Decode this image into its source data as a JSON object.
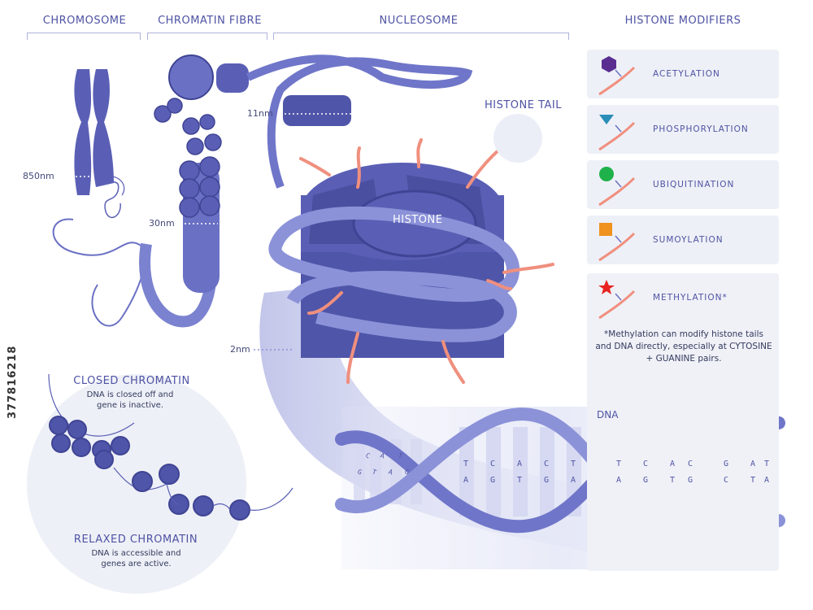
{
  "headers": {
    "chromosome": "CHROMOSOME",
    "chromatin_fibre": "CHROMATIN FIBRE",
    "nucleosome": "NUCLEOSOME",
    "histone_modifiers": "HISTONE MODIFIERS"
  },
  "scales": {
    "s850": "850nm",
    "s30": "30nm",
    "s11": "11nm",
    "s2": "2nm"
  },
  "labels": {
    "histone": "HISTONE",
    "histone_tail": "HISTONE TAIL",
    "dna": "DNA"
  },
  "modifiers": [
    {
      "label": "ACETYLATION",
      "icon": "hexagon-icon",
      "color": "#5a2d91"
    },
    {
      "label": "PHOSPHORYLATION",
      "icon": "triangle-icon",
      "color": "#2a8fb8"
    },
    {
      "label": "UBIQUITINATION",
      "icon": "circle-icon",
      "color": "#1fb24a"
    },
    {
      "label": "SUMOYLATION",
      "icon": "square-icon",
      "color": "#f0921e"
    },
    {
      "label": "METHYLATION*",
      "icon": "star-icon",
      "color": "#e8231f"
    }
  ],
  "methylation_note": "*Methylation can modify histone tails and DNA directly, especially at CYTOSINE + GUANINE pairs.",
  "chromatin_states": {
    "closed_title": "CLOSED CHROMATIN",
    "closed_desc": "DNA is closed off and gene is inactive.",
    "relaxed_title": "RELAXED CHROMATIN",
    "relaxed_desc": "DNA is accessible and genes are active."
  },
  "dna_bases": {
    "left_top": [
      "C",
      "A",
      "T"
    ],
    "left_bottom": [
      "G",
      "T",
      "A",
      "G"
    ],
    "mid_top": [
      "T",
      "C",
      "A",
      "C",
      "T"
    ],
    "mid_bottom": [
      "A",
      "G",
      "T",
      "G",
      "A"
    ],
    "right_top": [
      "T",
      "C",
      "A",
      "C",
      "G",
      "A",
      "T"
    ],
    "right_bottom": [
      "A",
      "G",
      "T",
      "G",
      "C",
      "T",
      "A"
    ]
  },
  "watermark": "377816218",
  "colors": {
    "primary": "#5a5fb5",
    "dark": "#4a4fa0",
    "light": "#7b82cf",
    "tail": "#f08f7e",
    "highlight": "#f08f7e"
  }
}
